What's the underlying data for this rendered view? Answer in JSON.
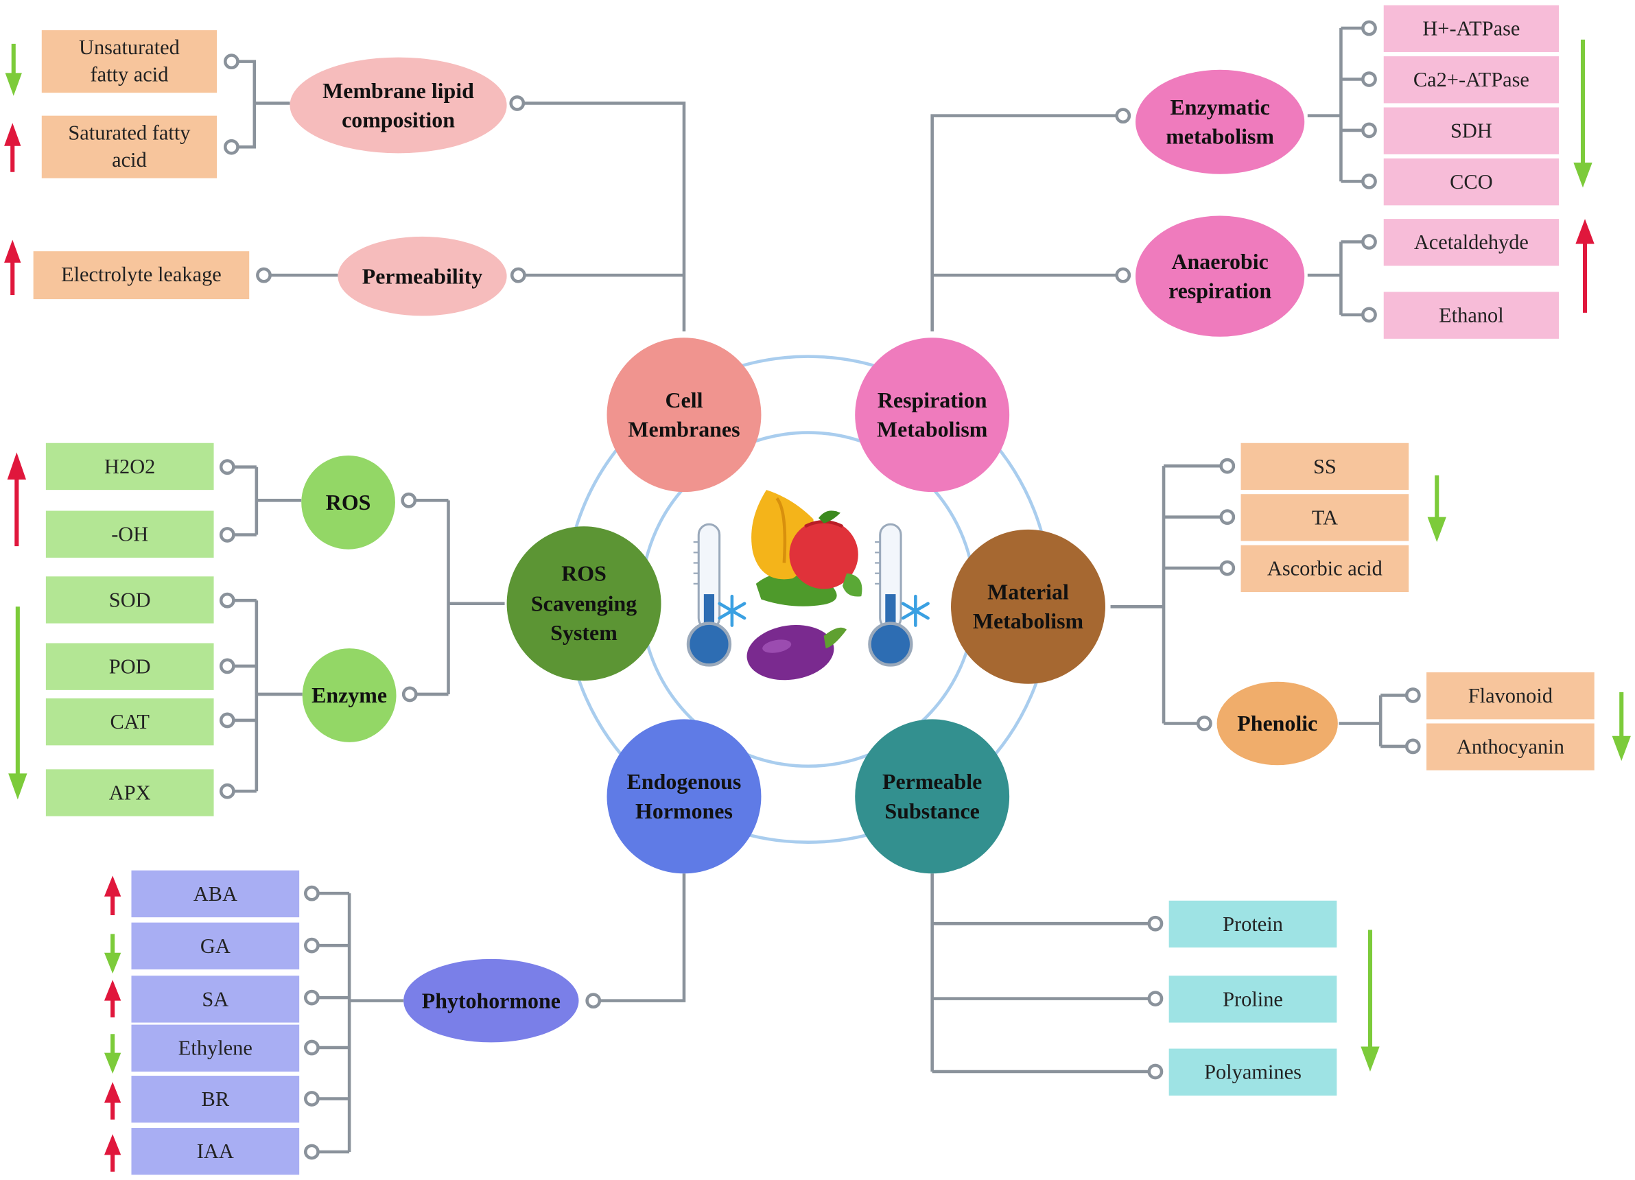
{
  "hubs": {
    "cell_membranes": "Cell Membranes",
    "respiration": "Respiration Metabolism",
    "ros_system": "ROS Scavenging System",
    "material": "Material Metabolism",
    "hormones": "Endogenous Hormones",
    "permeable": "Permeable Substance"
  },
  "groups": {
    "membrane_lipid": "Membrane lipid composition",
    "permeability": "Permeability",
    "enzymatic": "Enzymatic metabolism",
    "anaerobic": "Anaerobic respiration",
    "ros": "ROS",
    "enzyme": "Enzyme",
    "phenolic": "Phenolic",
    "phytohormone": "Phytohormone"
  },
  "leaves": {
    "unsat": "Unsaturated fatty acid",
    "sat": "Saturated fatty acid",
    "electrolyte": "Electrolyte leakage",
    "hatpase": "H+-ATPase",
    "caatpase": "Ca2+-ATPase",
    "sdh": "SDH",
    "cco": "CCO",
    "acetaldehyde": "Acetaldehyde",
    "ethanol": "Ethanol",
    "h2o2": "H2O2",
    "oh": "-OH",
    "sod": "SOD",
    "pod": "POD",
    "cat": "CAT",
    "apx": "APX",
    "ss": "SS",
    "ta": "TA",
    "ascorbic": "Ascorbic acid",
    "flavonoid": "Flavonoid",
    "anthocyanin": "Anthocyanin",
    "aba": "ABA",
    "ga": "GA",
    "sa": "SA",
    "ethylene": "Ethylene",
    "br": "BR",
    "iaa": "IAA",
    "protein": "Protein",
    "proline": "Proline",
    "polyamines": "Polyamines"
  },
  "colors": {
    "up_arrow": "#e0173c",
    "down_arrow": "#7ccb3a",
    "connector": "#8a929b",
    "ring": "#a9cdee"
  }
}
